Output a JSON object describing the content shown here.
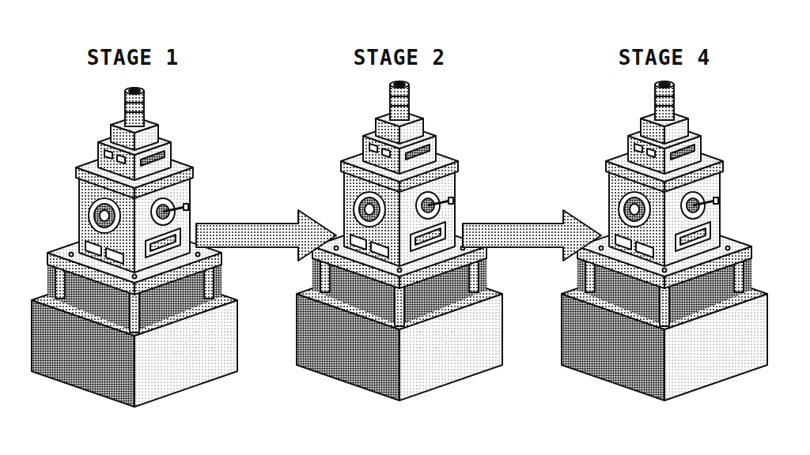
{
  "diagram": {
    "nodes": [
      {
        "text": [
          "STAGE 1"
        ]
      },
      {
        "text": [
          "STAGE 2"
        ]
      },
      {
        "text": [
          "STAGE 4"
        ]
      }
    ],
    "edges": [
      {
        "from": 0,
        "to": 1,
        "arrow": "to"
      },
      {
        "from": 1,
        "to": 2,
        "arrow": "to"
      }
    ]
  }
}
